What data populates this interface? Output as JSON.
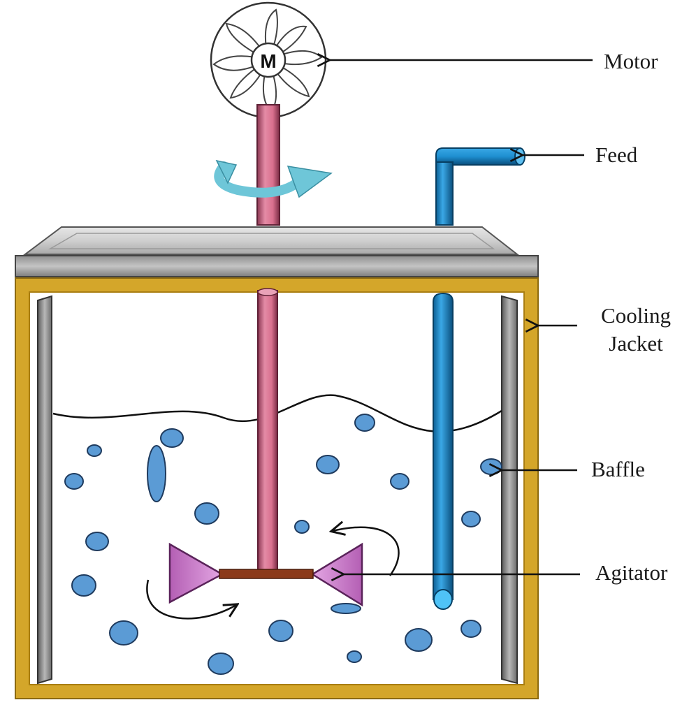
{
  "motor_symbol": "M",
  "labels": {
    "motor": "Motor",
    "feed": "Feed",
    "cooling_jacket_line1": "Cooling",
    "cooling_jacket_line2": "Jacket",
    "baffle": "Baffle",
    "agitator": "Agitator"
  },
  "colors": {
    "jacket": "#D4A62A",
    "jacket_dark": "#A97E12",
    "shaft": "#D9708E",
    "shaft_dark": "#8A3550",
    "feed_pipe": "#1E8FD0",
    "feed_pipe_dark": "#0B5E92",
    "bubbles": "#5B9BD5",
    "impeller": "#C77BC7",
    "hub": "#8B3A1A",
    "lid": "#C9C9C9",
    "baffle": "#8E8E8E",
    "rotation_arrow": "#6EC6D8"
  }
}
